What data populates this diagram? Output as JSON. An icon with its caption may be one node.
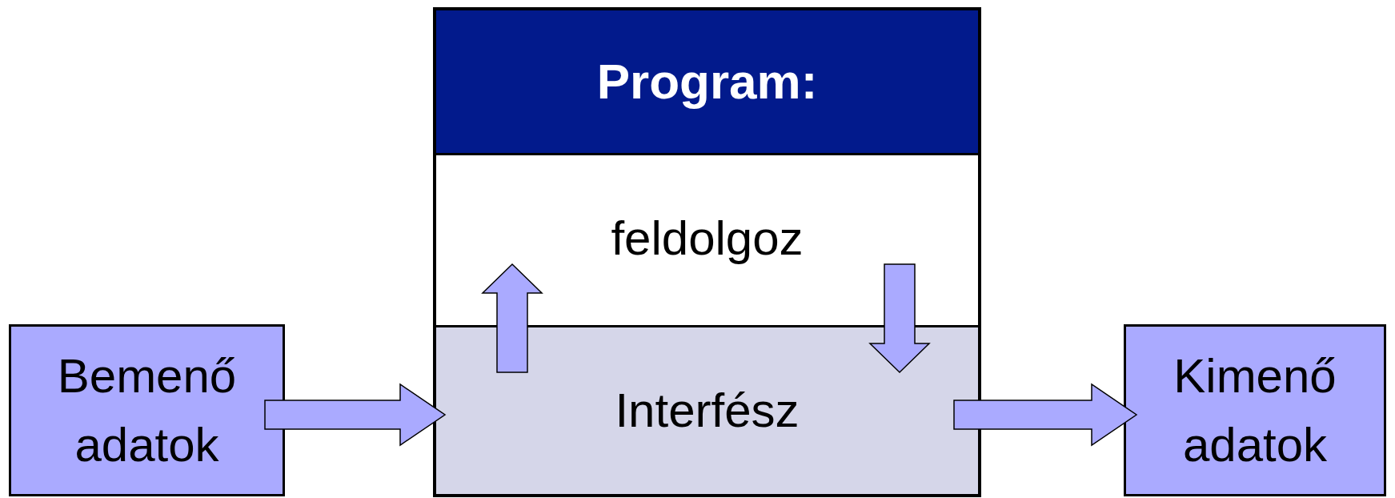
{
  "diagram": {
    "nodes": [
      {
        "text": [
          "Bemenő adatok"
        ]
      },
      {
        "text": [
          "Program:"
        ]
      },
      {
        "text": [
          "feldolgoz"
        ],
        "in": 1
      },
      {
        "text": [
          "Interfész"
        ],
        "in": 1
      },
      {
        "text": [
          "Kimenő adatok"
        ]
      }
    ],
    "edges": [
      {
        "from": 0,
        "to": 3,
        "arrow": "to"
      },
      {
        "from": 3,
        "to": 2,
        "arrow": "to"
      },
      {
        "from": 2,
        "to": 3,
        "arrow": "to"
      },
      {
        "from": 3,
        "to": 4,
        "arrow": "to"
      }
    ]
  }
}
